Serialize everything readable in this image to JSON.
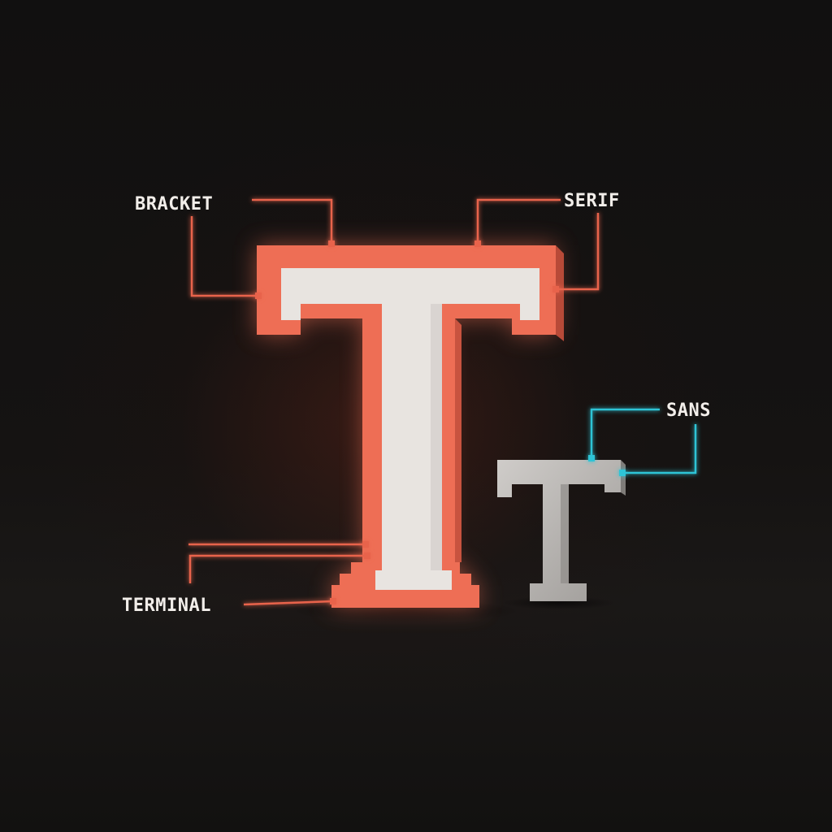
{
  "labels": {
    "bracket": "BRACKET",
    "serif": "SERIF",
    "terminal": "TERMINAL",
    "sans": "SANS"
  },
  "colors": {
    "background": "#0d0b0b",
    "serif_letter_outline": "#ee6e55",
    "serif_letter_face": "#e8e4e0",
    "serif_callout_line": "#e8644c",
    "sans_letter": "#b9b6b3",
    "sans_callout_line": "#2ec4d6",
    "label_text": "#f2eeea"
  },
  "icons": {
    "large_letter": "serif-t-glyph",
    "small_letter": "sans-t-glyph"
  }
}
